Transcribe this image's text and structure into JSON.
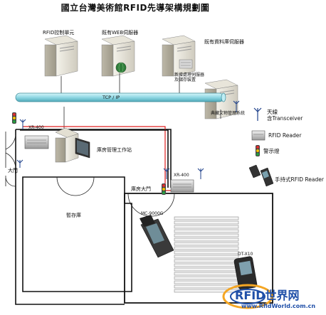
{
  "title": "國立台灣美術館RFID先導架構規劃圖",
  "servers": {
    "rfid_controller": "RFID控制單元",
    "web_server": "既有WEB伺服器",
    "db_server": "既有資料庫伺服器",
    "db_note_line1": "新增處理伺服器",
    "db_note_line2": "及儲存裝置",
    "collection_system": "典藏文物管理系統"
  },
  "network": {
    "label": "TCP / IP"
  },
  "site": {
    "xr400_left": "XR-400",
    "xr400_right": "XR-400",
    "main_door": "大門",
    "warehouse_station": "庫房管理工作站",
    "warehouse_door": "庫房大門",
    "temp_storage": "暫存庫",
    "mc9000": "MC-9000G",
    "dtx10": "DT-X10"
  },
  "legend": {
    "antenna_line1": "天線",
    "antenna_line2": "含Transceiver",
    "rfid_reader": "RFID Reader",
    "warning_light": "警示燈",
    "handheld_reader": "手持式RFID Reader"
  },
  "watermark": {
    "brand": "RFID世界网",
    "url": "www.RfidWorld.com.cn"
  },
  "colors": {
    "network_bus": "#9fe0ea",
    "red_cable": "#e02020",
    "black_cable": "#111111",
    "brand_blue": "#1f4fa8",
    "brand_orange": "#f5a623"
  }
}
